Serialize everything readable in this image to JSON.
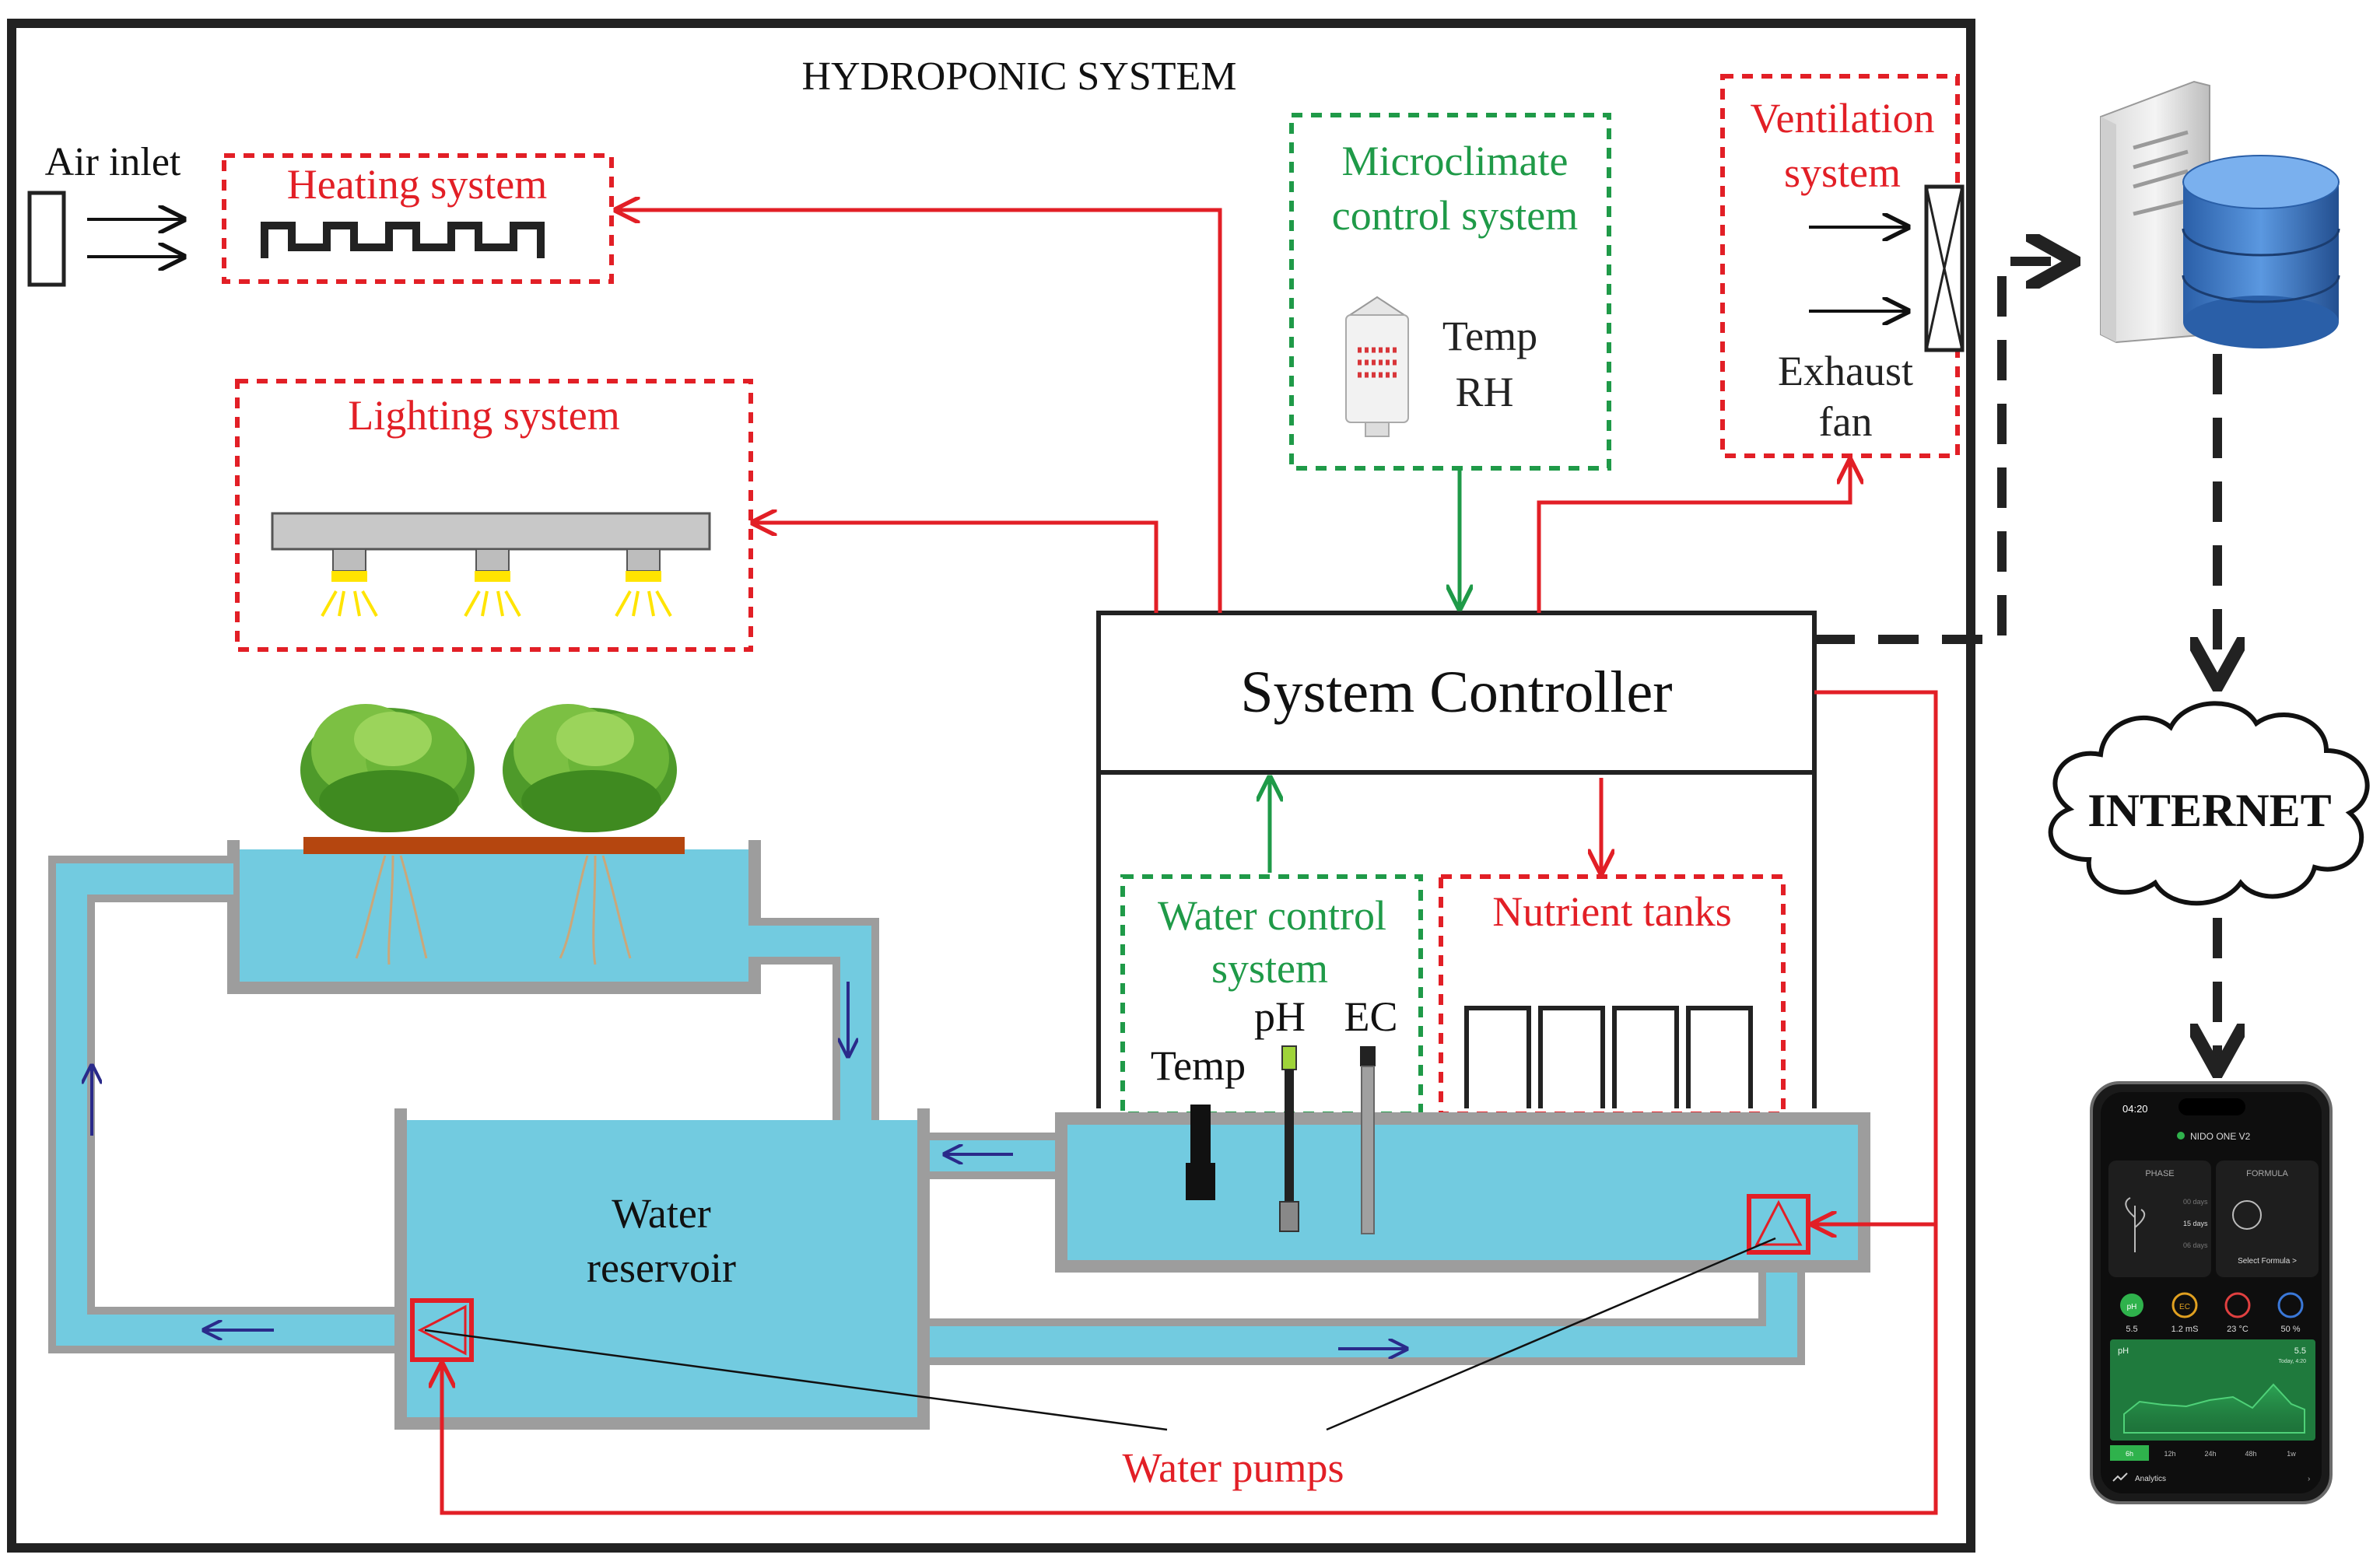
{
  "title": "HYDROPONIC SYSTEM",
  "air_inlet": "Air inlet",
  "heating": "Heating system",
  "lighting": "Lighting system",
  "microclimate": [
    "Microclimate",
    "control system"
  ],
  "micro_sensors": [
    "Temp",
    "RH"
  ],
  "ventilation": [
    "Ventilation",
    "system"
  ],
  "exhaust": [
    "Exhaust",
    "fan"
  ],
  "controller": "System Controller",
  "water_control": [
    "Water control",
    "system"
  ],
  "probes": {
    "temp": "Temp",
    "ph": "pH",
    "ec": "EC"
  },
  "nutrient": "Nutrient tanks",
  "reservoir": [
    "Water",
    "reservoir"
  ],
  "pumps": "Water pumps",
  "internet": "INTERNET",
  "phone": {
    "time": "04:20",
    "device": "NIDO ONE V2",
    "phase_label": "PHASE",
    "formula_label": "FORMULA",
    "phase_days": [
      "00 days",
      "15 days",
      "06 days"
    ],
    "select_formula": "Select Formula >",
    "metrics": [
      {
        "icon": "pH",
        "value": "5.5",
        "color": "#2fb24c"
      },
      {
        "icon": "EC",
        "value": "1.2 mS",
        "color": "#e0a020"
      },
      {
        "icon": "T",
        "value": "23 °C",
        "color": "#e04040"
      },
      {
        "icon": "F",
        "value": "50 %",
        "color": "#3a78d8"
      }
    ],
    "chart_label": "pH",
    "chart_value": "5.5",
    "chart_sub": "Today, 4:20",
    "ranges": [
      "6h",
      "12h",
      "24h",
      "48h",
      "1w"
    ],
    "analytics": "Analytics"
  },
  "colors": {
    "red": "#e21f26",
    "green": "#1f9a48",
    "water": "#72cbe0",
    "pipe": "#9d9d9d",
    "navy": "#2a2a8a",
    "frame": "#222222"
  }
}
